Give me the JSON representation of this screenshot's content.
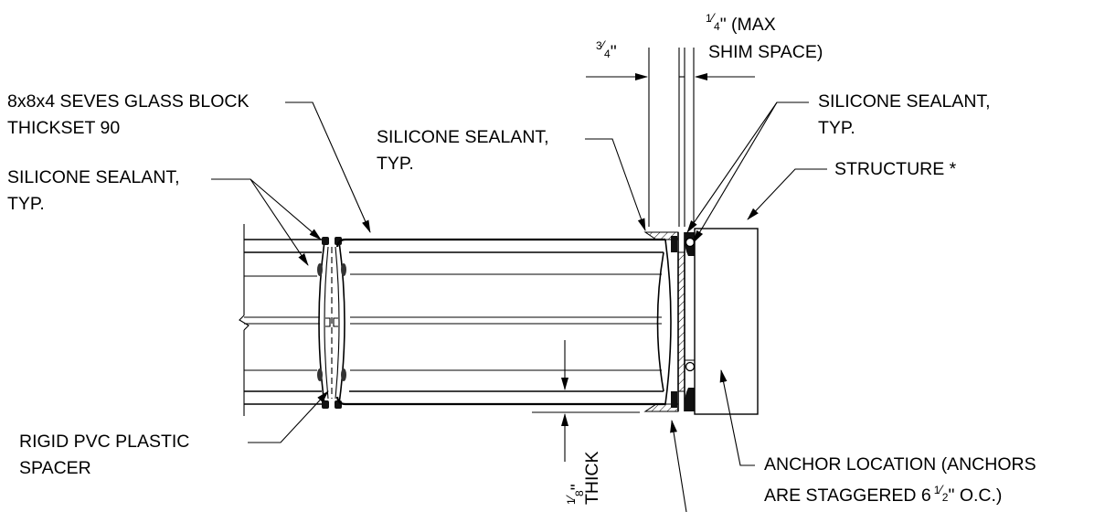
{
  "labels": {
    "glass_block_1": "8x8x4 SEVES GLASS BLOCK",
    "glass_block_2": "THICKSET 90",
    "sealant_left_1": "SILICONE SEALANT,",
    "sealant_left_2": "TYP.",
    "sealant_mid_1": "SILICONE SEALANT,",
    "sealant_mid_2": "TYP.",
    "sealant_right_1": "SILICONE SEALANT,",
    "sealant_right_2": "TYP.",
    "structure": "STRUCTURE *",
    "spacer_1": "RIGID PVC PLASTIC",
    "spacer_2": "SPACER",
    "anchor_1": "ANCHOR LOCATION (ANCHORS",
    "anchor_2": "ARE STAGGERED 6",
    "anchor_2_frac_num": "1",
    "anchor_2_frac_den": "2",
    "anchor_2_end": "\" O.C.)",
    "dim_34_num": "3",
    "dim_34_den": "4",
    "dim_34_unit": "\"",
    "dim_14_num": "1",
    "dim_14_den": "4",
    "dim_14_text": "\" (MAX",
    "shim_space": "SHIM SPACE)",
    "dim_18_num": "1",
    "dim_18_den": "8",
    "dim_18_unit": "\"",
    "thick": "THICK"
  }
}
